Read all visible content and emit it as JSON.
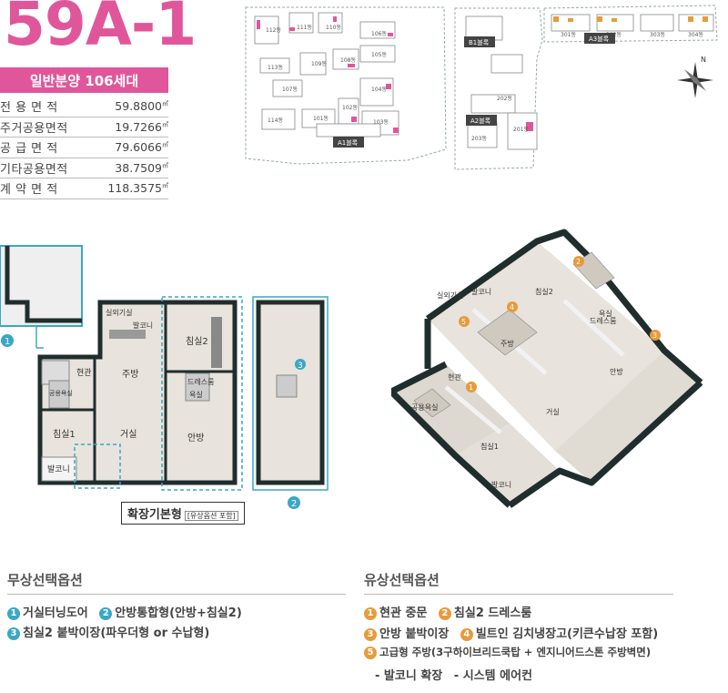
{
  "header": {
    "type_code": "59A-1",
    "units_label": "일반분양 106세대"
  },
  "area_table": [
    {
      "label": "전 용 면 적",
      "value": "59.8800",
      "unit": "㎡"
    },
    {
      "label": "주거공용면적",
      "value": "19.7266",
      "unit": "㎡"
    },
    {
      "label": "공 급 면 적",
      "value": "79.6066",
      "unit": "㎡"
    },
    {
      "label": "기타공용면적",
      "value": "38.7509",
      "unit": "㎡"
    },
    {
      "label": "계 약 면 적",
      "value": "118.3575",
      "unit": "㎡"
    }
  ],
  "site_map": {
    "blocks": [
      "A1블록",
      "A2블록",
      "A3블록",
      "B1블록"
    ],
    "buildings": [
      "112동",
      "111동",
      "110동",
      "106동",
      "105동",
      "109동",
      "108동",
      "113동",
      "107동",
      "104동",
      "102동",
      "114동",
      "101동",
      "103동",
      "301동",
      "302동",
      "303동",
      "304동",
      "202동",
      "201동",
      "203동"
    ]
  },
  "plan_2d": {
    "rooms": [
      "실외기실",
      "발코니",
      "침실2",
      "현관",
      "주방",
      "드레스룸",
      "욕실",
      "공용욕실",
      "침실1",
      "거실",
      "안방",
      "발코니"
    ],
    "markers": [
      "1",
      "2",
      "3"
    ],
    "caption": "확장기본형",
    "caption_note": "[유상옵션 포함]"
  },
  "plan_3d": {
    "rooms": [
      "실외기실",
      "발코니",
      "침실2",
      "주방",
      "드레스룸",
      "욕실",
      "현관",
      "공용욕실",
      "거실",
      "안방",
      "침실1",
      "발코니"
    ],
    "markers": [
      "1",
      "2",
      "3",
      "4",
      "5"
    ]
  },
  "free_options": {
    "title": "무상선택옵션",
    "items": [
      {
        "num": "1",
        "text": "거실터닝도어"
      },
      {
        "num": "2",
        "text": "안방통합형(안방+침실2)"
      },
      {
        "num": "3",
        "text": "침실2 붙박이장(파우더형 or 수납형)"
      }
    ]
  },
  "paid_options": {
    "title": "유상선택옵션",
    "items": [
      {
        "num": "1",
        "text": "현관 중문"
      },
      {
        "num": "2",
        "text": "침실2 드레스룸"
      },
      {
        "num": "3",
        "text": "안방 붙박이장"
      },
      {
        "num": "4",
        "text": "빌트인 김치냉장고(키큰수납장 포함)"
      },
      {
        "num": "5",
        "text": "고급형 주방(3구하이브리드쿡탑 + 엔지니어드스톤 주방벽면)"
      }
    ],
    "extras": [
      "- 발코니 확장",
      "- 시스템 에어컨"
    ]
  },
  "colors": {
    "accent_pink": "#e0569b",
    "marker_blue": "#3aa7c4",
    "marker_orange": "#e69b3c",
    "wall_dark": "#1f2d2d",
    "floor_wood": "#e8e3dc"
  }
}
